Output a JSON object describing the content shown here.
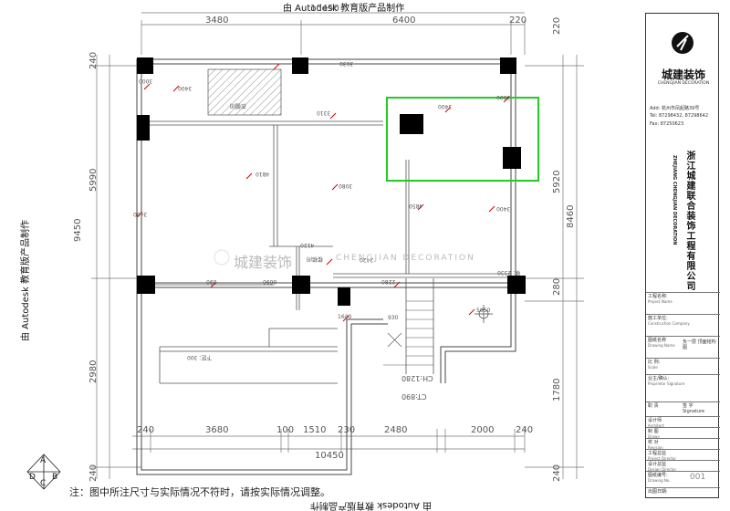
{
  "watermark": "由 Autodesk 教育版产品制作",
  "dimensions": {
    "top": [
      "3480",
      "10450",
      "6400",
      "220"
    ],
    "bottom": [
      "240",
      "3680",
      "100",
      "1510",
      "230",
      "2480",
      "2000",
      "240",
      "10450"
    ],
    "left": [
      "240",
      "5990",
      "9450",
      "2980",
      "240"
    ],
    "right": [
      "220",
      "5920",
      "8460",
      "280",
      "1780",
      "240"
    ]
  },
  "floor_labels": [
    "3000",
    "3400",
    "3030",
    "3310",
    "3400",
    "3000",
    "4810",
    "3080",
    "3400",
    "4850",
    "3400",
    "4120",
    "2420",
    "2280",
    "690",
    "6690",
    "1640",
    "930",
    "5050",
    "下区: 300",
    "衣帽间",
    "楼梯间",
    "梯: 2330",
    "CH:1280",
    "CT:890"
  ],
  "watermark_brand": {
    "cn": "城建装饰",
    "en": "CHENGJIAN DECORATION"
  },
  "note": "注：图中所注尺寸与实际情况不符时，请按实际情况调整。",
  "north": {
    "letters": [
      "A",
      "B",
      "C",
      "D"
    ]
  },
  "title_block": {
    "brand": "城建装饰",
    "brand_en": "CHENGJIAN DECORATION",
    "add": "Add: 杭州市凤起路39号",
    "tel": "Tel: 87298432, 87298642",
    "fax": "Fax: 87250623",
    "company": "浙江城建联合装饰工程有限公司",
    "company_en": "ZHEJIANG CHENGJIAN DECORATION",
    "rows": [
      {
        "label": "工程名称:",
        "en": "Project Name"
      },
      {
        "label": "施工单位:",
        "en": "Construction Company"
      },
      {
        "label": "图纸名称",
        "en": "Drawing Name",
        "value": "负一层 顶面结构图"
      },
      {
        "label": "比 例:",
        "en": "Scale"
      },
      {
        "label": "业主/确认:",
        "en": "Proprietor Signature"
      },
      {
        "label": "职 责",
        "en": "",
        "value": "签 字"
      },
      {
        "label": "设计师",
        "en": "Architect"
      },
      {
        "label": "制 图",
        "en": "Drawn"
      },
      {
        "label": "校 对",
        "en": "Revision"
      },
      {
        "label": "工程总监",
        "en": "Project Director"
      },
      {
        "label": "设计总监",
        "en": "Design Director"
      },
      {
        "label": "图纸编号:",
        "en": "Drawing No.",
        "value": "001"
      },
      {
        "label": "出图日期:",
        "en": ""
      }
    ],
    "signature_en": "Signature",
    "drawing_no": "001"
  },
  "colors": {
    "highlight": "#22cc22",
    "column": "#000000",
    "dim_mark": "#cc0000"
  }
}
